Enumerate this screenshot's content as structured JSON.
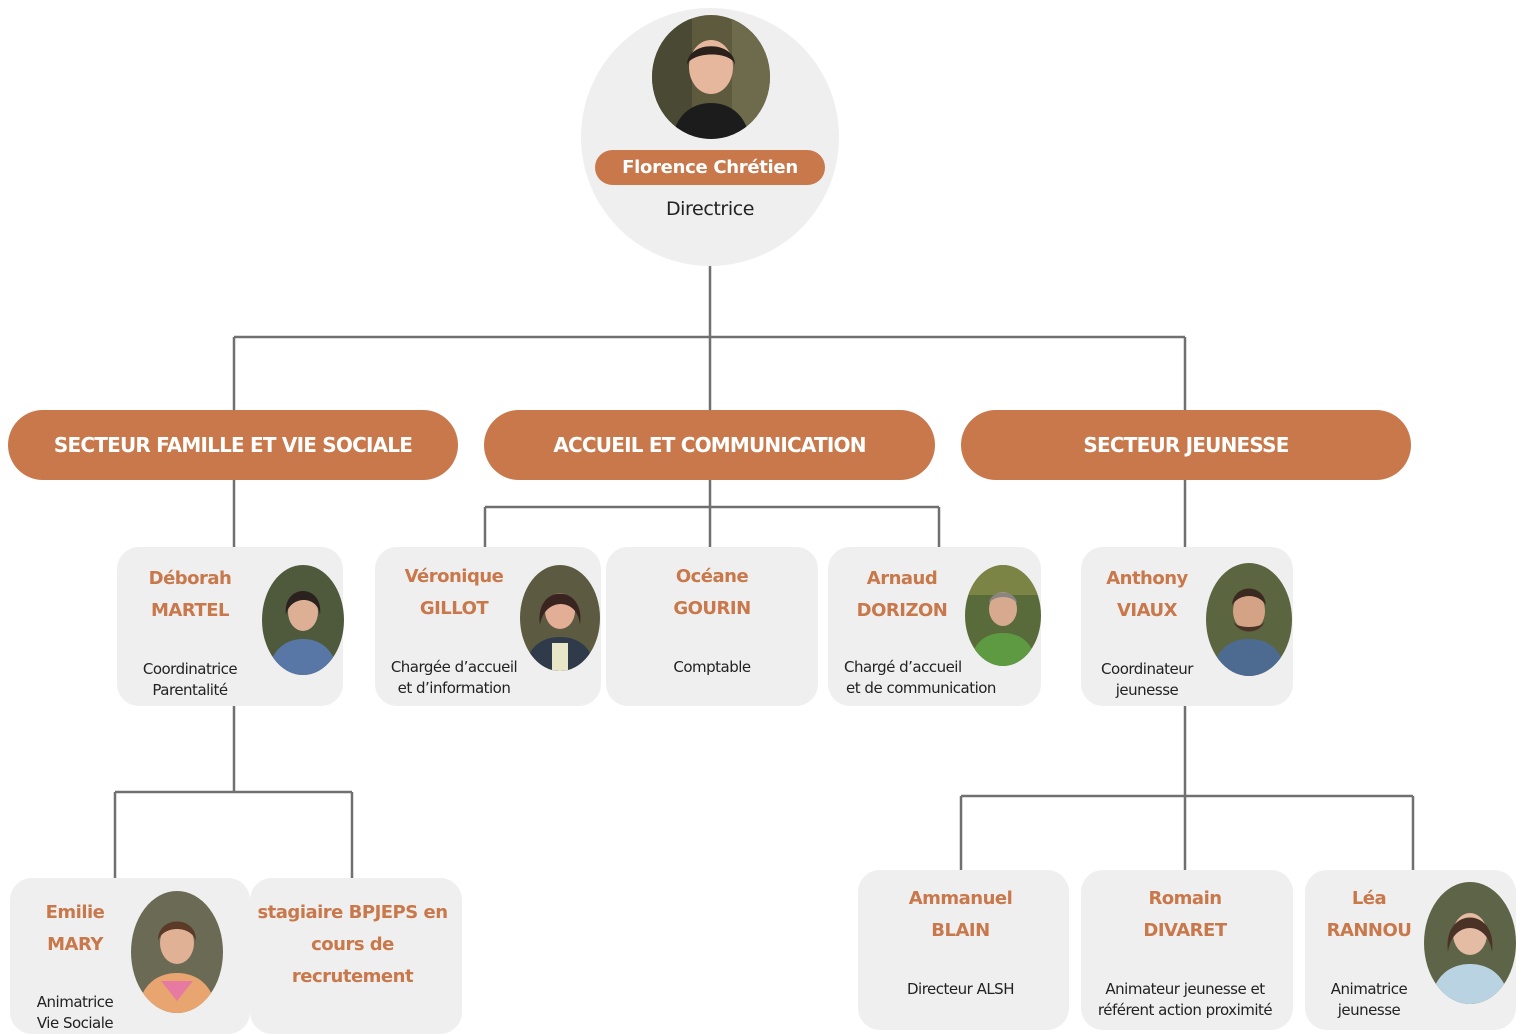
{
  "director": {
    "name": "Florence Chrétien",
    "role": "Directrice"
  },
  "sectors": {
    "famille": "SECTEUR FAMILLE ET VIE SOCIALE",
    "accueil": "ACCUEIL ET COMMUNICATION",
    "jeunesse": "SECTEUR JEUNESSE"
  },
  "staff": {
    "deborah": {
      "first": "Déborah",
      "last": "MARTEL",
      "role_l1": "Coordinatrice",
      "role_l2": "Parentalité"
    },
    "veronique": {
      "first": "Véronique",
      "last": "GILLOT",
      "role_l1": "Chargée d’accueil",
      "role_l2": "et d’information"
    },
    "oceane": {
      "first": "Océane",
      "last": "GOURIN",
      "role_l1": "Comptable"
    },
    "arnaud": {
      "first": "Arnaud",
      "last": "DORIZON",
      "role_l1": "Chargé d’accueil",
      "role_l2": "et de communication"
    },
    "anthony": {
      "first": "Anthony",
      "last": "VIAUX",
      "role_l1": "Coordinateur",
      "role_l2": "jeunesse"
    },
    "emilie": {
      "first": "Emilie",
      "last": "MARY",
      "role_l1": "Animatrice",
      "role_l2": "Vie Sociale"
    },
    "stagiaire": {
      "first": "stagiaire BPJEPS en",
      "last": "cours de recrutement"
    },
    "ammanuel": {
      "first": "Ammanuel",
      "last": "BLAIN",
      "role_l1": "Directeur ALSH"
    },
    "romain": {
      "first": "Romain",
      "last": "DIVARET",
      "role_l1": "Animateur jeunesse et",
      "role_l2": "référent action proximité"
    },
    "lea": {
      "first": "Léa",
      "last": "RANNOU",
      "role_l1": "Animatrice",
      "role_l2": "jeunesse"
    }
  },
  "colors": {
    "accent": "#c8784a",
    "card_bg": "#efefef",
    "connector": "#707070"
  }
}
